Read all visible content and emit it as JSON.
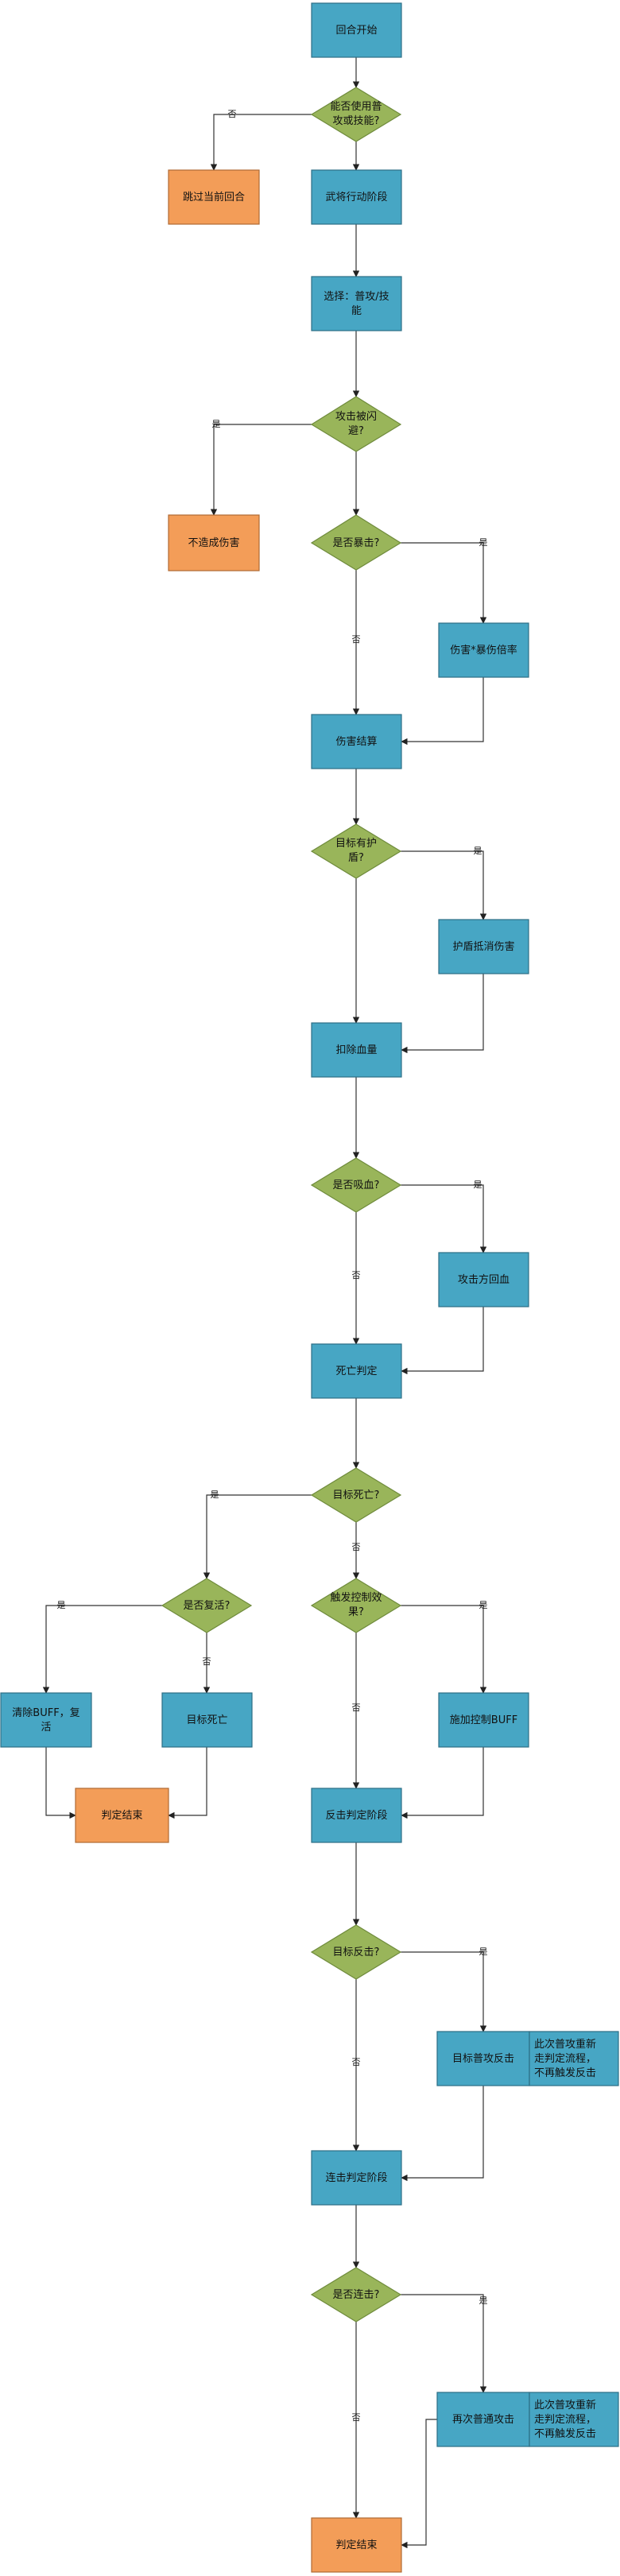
{
  "nodes": {
    "round_start": "回合开始",
    "can_act": [
      "能否使用普",
      "攻或技能?"
    ],
    "skip_round": "跳过当前回合",
    "general_action": "武将行动阶段",
    "choose": [
      "选择：普攻/技",
      "能"
    ],
    "dodged": [
      "攻击被闪",
      "避?"
    ],
    "no_damage": "不造成伤害",
    "is_crit": "是否暴击?",
    "crit_mult": "伤害*暴伤倍率",
    "damage_calc": "伤害结算",
    "has_shield": [
      "目标有护",
      "盾?"
    ],
    "shield_absorb": "护盾抵消伤害",
    "deduct_hp": "扣除血量",
    "lifesteal": "是否吸血?",
    "attacker_heal": "攻击方回血",
    "death_check": "死亡判定",
    "target_dead": "目标死亡?",
    "can_revive": "是否复活?",
    "trigger_control": [
      "触发控制效",
      "果?"
    ],
    "clear_buff": [
      "清除BUFF，复",
      "活"
    ],
    "target_death": "目标死亡",
    "add_control": "施加控制BUFF",
    "check_end_1": "判定结束",
    "counter_phase": "反击判定阶段",
    "target_counter": "目标反击?",
    "target_normal_counter": "目标普攻反击",
    "counter_note": [
      "此次普攻重新",
      "走判定流程，",
      "不再触发反击"
    ],
    "combo_phase": "连击判定阶段",
    "is_combo": "是否连击?",
    "attack_again": "再次普通攻击",
    "combo_note": [
      "此次普攻重新",
      "走判定流程，",
      "不再触发反击"
    ],
    "check_end_2": "判定结束"
  },
  "labels": {
    "yes": "是",
    "no": "否"
  }
}
